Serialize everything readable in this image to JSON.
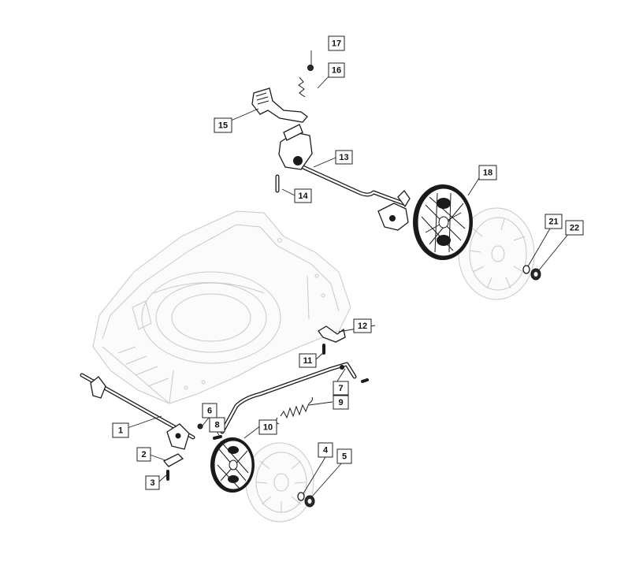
{
  "callouts": [
    {
      "id": "1",
      "label": "1"
    },
    {
      "id": "2",
      "label": "2"
    },
    {
      "id": "3",
      "label": "3"
    },
    {
      "id": "4",
      "label": "4"
    },
    {
      "id": "5",
      "label": "5"
    },
    {
      "id": "6",
      "label": "6"
    },
    {
      "id": "7",
      "label": "7"
    },
    {
      "id": "8",
      "label": "8"
    },
    {
      "id": "9",
      "label": "9"
    },
    {
      "id": "10",
      "label": "10"
    },
    {
      "id": "11",
      "label": "11"
    },
    {
      "id": "12",
      "label": "12"
    },
    {
      "id": "13",
      "label": "13"
    },
    {
      "id": "14",
      "label": "14"
    },
    {
      "id": "15",
      "label": "15"
    },
    {
      "id": "16",
      "label": "16"
    },
    {
      "id": "17",
      "label": "17"
    },
    {
      "id": "18",
      "label": "18"
    },
    {
      "id": "21",
      "label": "21"
    },
    {
      "id": "22",
      "label": "22"
    }
  ],
  "colors": {
    "line": "#1a1a1a",
    "ghost": "#c8c8c8",
    "background": "#ffffff"
  }
}
